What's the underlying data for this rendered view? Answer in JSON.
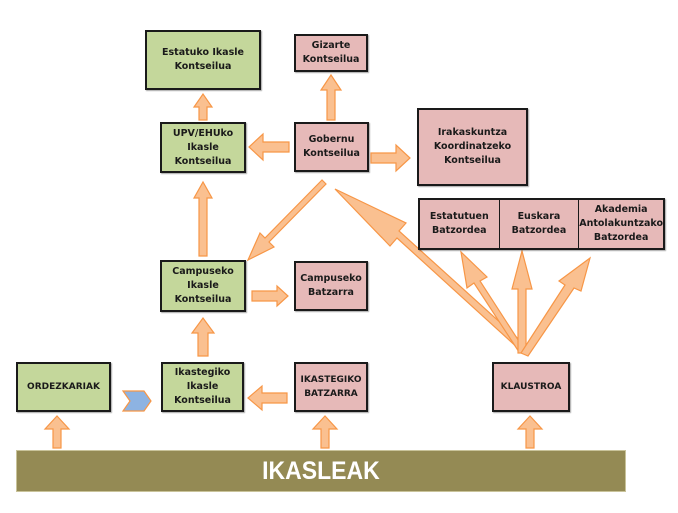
{
  "colors": {
    "student_body": "#c4d79b",
    "university_body": "#e6b9b8",
    "arrow_fill": "#fac090",
    "arrow_stroke": "#f79646",
    "chevron_fill": "#8db3e2",
    "base": "#948a54"
  },
  "nodes": {
    "estatuko": "Estatuko Ikasle\nKontseilua",
    "gizarte": "Gizarte\nKontseilua",
    "upv": "UPV/EHUko\nIkasle\nKontseilua",
    "gobernu": "Gobernu\nKontseilua",
    "irakaskuntza": "Irakaskuntza\nKoordinatzeko\nKontseilua",
    "campus_ikasle": "Campuseko\nIkasle\nKontseilua",
    "campus_batzarra": "Campuseko\nBatzarra",
    "ordezkariak": "ORDEZKARIAK",
    "ikastegi_ikasle": "Ikastegiko\nIkasle\nKontseilua",
    "ikastegi_batzarra": "IKASTEGIKO\nBATZARRA",
    "klaustroa": "KLAUSTROA"
  },
  "committees": [
    "Estatutuen\nBatzordea",
    "Euskara\nBatzordea",
    "Akademia\nAntolakuntzako\nBatzordea"
  ],
  "base_label": "IKASLEAK",
  "edges": [
    {
      "from": "upv",
      "to": "estatuko"
    },
    {
      "from": "gobernu",
      "to": "gizarte"
    },
    {
      "from": "gobernu",
      "to": "upv"
    },
    {
      "from": "gobernu",
      "to": "irakaskuntza"
    },
    {
      "from": "gobernu",
      "to": "campus_ikasle"
    },
    {
      "from": "campus_ikasle",
      "to": "upv"
    },
    {
      "from": "campus_ikasle",
      "to": "campus_batzarra"
    },
    {
      "from": "ikastegi_ikasle",
      "to": "campus_ikasle"
    },
    {
      "from": "ordezkariak",
      "to": "ikastegi_ikasle",
      "style": "chevron"
    },
    {
      "from": "ikastegi_batzarra",
      "to": "ikastegi_ikasle"
    },
    {
      "from": "klaustroa",
      "to": "gobernu"
    },
    {
      "from": "klaustroa",
      "to": "committees.0"
    },
    {
      "from": "klaustroa",
      "to": "committees.1"
    },
    {
      "from": "klaustroa",
      "to": "committees.2"
    },
    {
      "from": "base",
      "to": "ordezkariak"
    },
    {
      "from": "base",
      "to": "ikastegi_batzarra"
    },
    {
      "from": "base",
      "to": "klaustroa"
    }
  ]
}
